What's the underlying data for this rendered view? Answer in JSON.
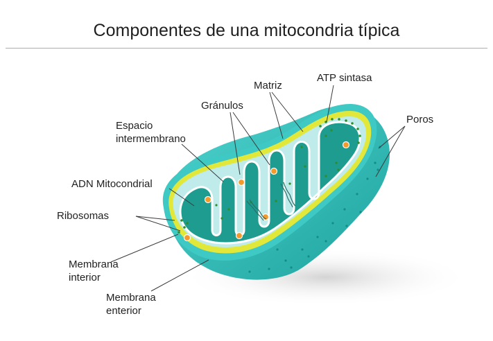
{
  "title": "Componentes de una mitocondria típica",
  "labels": {
    "matriz": "Matriz",
    "atp_sintasa": "ATP sintasa",
    "granulos": "Gránulos",
    "poros": "Poros",
    "espacio_l1": "Espacio",
    "espacio_l2": "intermembrano",
    "adn": "ADN Mitocondrial",
    "ribosomas": "Ribosomas",
    "m_interior_l1": "Membrana",
    "m_interior_l2": "interior",
    "m_enterior_l1": "Membrana",
    "m_enterior_l2": "enterior"
  },
  "colors": {
    "outer_membrane": "#3fc9c4",
    "outer_side": "#22aaa6",
    "yellow_membrane": "#e2e83a",
    "intermembrane": "#bfeceb",
    "matrix": "#1d9c8f",
    "granule": "#f39a2b",
    "ribosome": "#2f8e2a",
    "accent_rule": "#6fc9cc"
  },
  "icons": [
    "mitochondrion-illustration",
    "granule-dot",
    "ribosome-dot",
    "dna-strand",
    "atp-synthase-particle",
    "pore-dot"
  ]
}
